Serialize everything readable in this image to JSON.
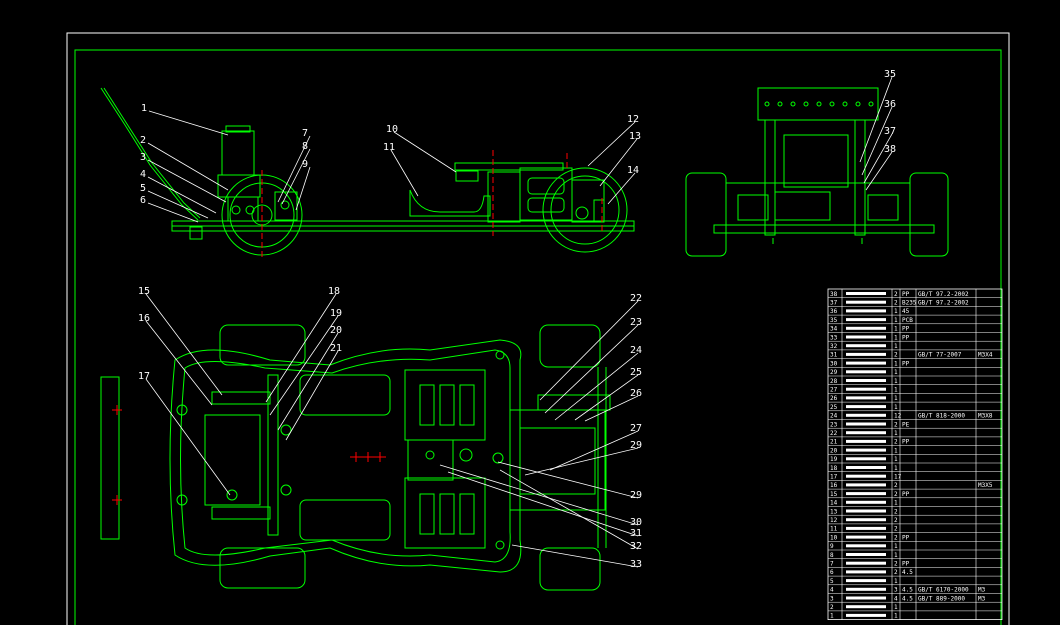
{
  "colors": {
    "background": "#000000",
    "outline": "#00ff00",
    "leader": "#ffffff",
    "center": "#ff0000",
    "accent_bright": "#40ff40"
  },
  "callouts": [
    "1",
    "2",
    "3",
    "4",
    "5",
    "6",
    "7",
    "8",
    "9",
    "10",
    "11",
    "12",
    "13",
    "14",
    "15",
    "16",
    "17",
    "18",
    "19",
    "20",
    "21",
    "22",
    "23",
    "24",
    "25",
    "26",
    "27",
    "29",
    "29",
    "30",
    "31",
    "32",
    "33",
    "35",
    "36",
    "37",
    "38"
  ],
  "bom": {
    "rows": [
      {
        "no": "38",
        "qty": "2",
        "mat": "PP",
        "std": "GB/T 97.2-2002",
        "note": ""
      },
      {
        "no": "37",
        "qty": "2",
        "mat": "B235",
        "std": "GB/T 97.2-2002",
        "note": ""
      },
      {
        "no": "36",
        "qty": "1",
        "mat": "45",
        "std": "",
        "note": ""
      },
      {
        "no": "35",
        "qty": "1",
        "mat": "PCB",
        "std": "",
        "note": ""
      },
      {
        "no": "34",
        "qty": "1",
        "mat": "PP",
        "std": "",
        "note": ""
      },
      {
        "no": "33",
        "qty": "1",
        "mat": "PP",
        "std": "",
        "note": ""
      },
      {
        "no": "32",
        "qty": "1",
        "mat": "",
        "std": "",
        "note": ""
      },
      {
        "no": "31",
        "qty": "2",
        "mat": "",
        "std": "GB/T 77-2007",
        "note": "M3X4"
      },
      {
        "no": "30",
        "qty": "1",
        "mat": "PP",
        "std": "",
        "note": ""
      },
      {
        "no": "29",
        "qty": "1",
        "mat": "",
        "std": "",
        "note": ""
      },
      {
        "no": "28",
        "qty": "1",
        "mat": "",
        "std": "",
        "note": ""
      },
      {
        "no": "27",
        "qty": "1",
        "mat": "",
        "std": "",
        "note": ""
      },
      {
        "no": "26",
        "qty": "1",
        "mat": "",
        "std": "",
        "note": ""
      },
      {
        "no": "25",
        "qty": "1",
        "mat": "",
        "std": "",
        "note": ""
      },
      {
        "no": "24",
        "qty": "12",
        "mat": "",
        "std": "GB/T 818-2000",
        "note": "M3X8"
      },
      {
        "no": "23",
        "qty": "2",
        "mat": "PE",
        "std": "",
        "note": ""
      },
      {
        "no": "22",
        "qty": "1",
        "mat": "",
        "std": "",
        "note": ""
      },
      {
        "no": "21",
        "qty": "2",
        "mat": "PP",
        "std": "",
        "note": ""
      },
      {
        "no": "20",
        "qty": "1",
        "mat": "",
        "std": "",
        "note": ""
      },
      {
        "no": "19",
        "qty": "1",
        "mat": "",
        "std": "",
        "note": ""
      },
      {
        "no": "18",
        "qty": "1",
        "mat": "",
        "std": "",
        "note": ""
      },
      {
        "no": "17",
        "qty": "17",
        "mat": "",
        "std": "",
        "note": ""
      },
      {
        "no": "16",
        "qty": "2",
        "mat": "",
        "std": "",
        "note": "M3X5"
      },
      {
        "no": "15",
        "qty": "2",
        "mat": "PP",
        "std": "",
        "note": ""
      },
      {
        "no": "14",
        "qty": "1",
        "mat": "",
        "std": "",
        "note": ""
      },
      {
        "no": "13",
        "qty": "2",
        "mat": "",
        "std": "",
        "note": ""
      },
      {
        "no": "12",
        "qty": "2",
        "mat": "",
        "std": "",
        "note": ""
      },
      {
        "no": "11",
        "qty": "2",
        "mat": "",
        "std": "",
        "note": ""
      },
      {
        "no": "10",
        "qty": "2",
        "mat": "PP",
        "std": "",
        "note": ""
      },
      {
        "no": "9",
        "qty": "1",
        "mat": "",
        "std": "",
        "note": ""
      },
      {
        "no": "8",
        "qty": "1",
        "mat": "",
        "std": "",
        "note": ""
      },
      {
        "no": "7",
        "qty": "2",
        "mat": "PP",
        "std": "",
        "note": ""
      },
      {
        "no": "6",
        "qty": "2",
        "mat": "4.5",
        "std": "",
        "note": ""
      },
      {
        "no": "5",
        "qty": "1",
        "mat": "",
        "std": "",
        "note": ""
      },
      {
        "no": "4",
        "qty": "3",
        "mat": "4.5",
        "std": "GB/T 6170-2000",
        "note": "M3"
      },
      {
        "no": "3",
        "qty": "4",
        "mat": "4.5",
        "std": "GB/T 889-2000",
        "note": "M3"
      },
      {
        "no": "2",
        "qty": "1",
        "mat": "",
        "std": "",
        "note": ""
      },
      {
        "no": "1",
        "qty": "1",
        "mat": "",
        "std": "",
        "note": ""
      }
    ]
  }
}
